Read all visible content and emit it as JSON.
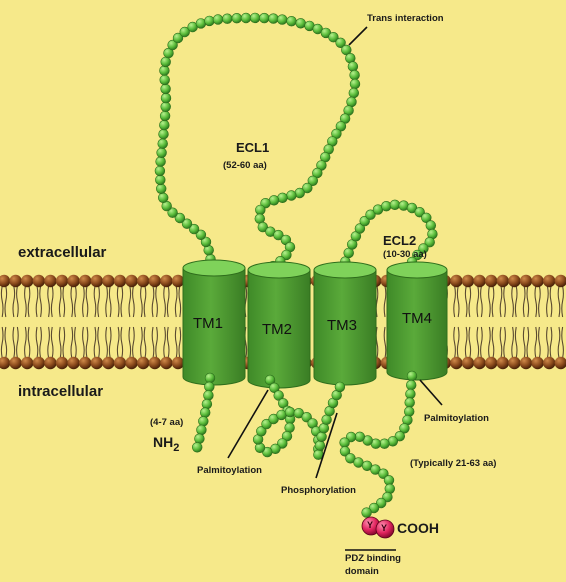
{
  "diagram": {
    "colors": {
      "background": "#f6e98a",
      "bead": "#5bbd3b",
      "bead_highlight": "#b7f08e",
      "cylinder": "#5aaa3a",
      "lipid_head": "#8a4a1c",
      "pdz_bead": "#e0245e"
    },
    "side_labels": {
      "extracellular": "extracellular",
      "intracellular": "intracellular"
    },
    "tm_labels": [
      "TM1",
      "TM2",
      "TM3",
      "TM4"
    ],
    "loops": {
      "ecl1_name": "ECL1",
      "ecl1_len": "(52-60 aa)",
      "ecl2_name": "ECL2",
      "ecl2_len": "(10-30 aa)"
    },
    "annotations": {
      "trans": "Trans interaction",
      "palm_right": "Palmitoylation",
      "palm_left": "Palmitoylation",
      "phospho": "Phosphorylation",
      "typically": "(Typically 21-63 aa)",
      "n_len": "(4-7 aa)",
      "nh2": "NH",
      "nh2_sub": "2",
      "cooh": "COOH",
      "pdz_line1": "PDZ binding",
      "pdz_line2": "domain",
      "pdz_bead_letter": "Y"
    }
  }
}
